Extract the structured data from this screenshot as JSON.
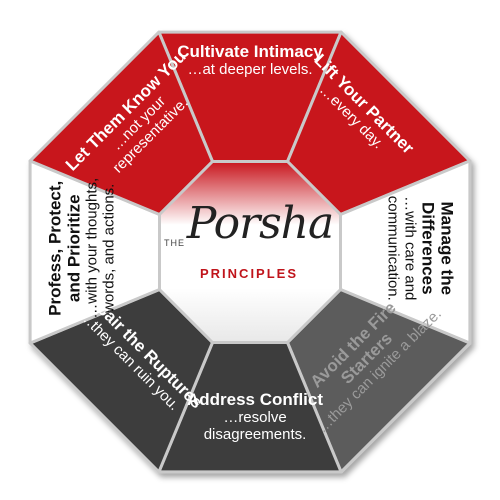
{
  "center": {
    "the": "THE",
    "name": "Porsha",
    "principles": "PRINCIPLES"
  },
  "segments": [
    {
      "title": "Cultivate Intimacy",
      "subtitle": "…at deeper levels.",
      "fill": "#c8151d"
    },
    {
      "title": "Lift Your Partner",
      "subtitle": "…every day.",
      "fill": "#c8151d"
    },
    {
      "title": "Manage the Differences",
      "subtitle": "…with care and communication.",
      "fill": "#ffffff"
    },
    {
      "title": "Avoid the Fire Starters",
      "subtitle": "…they can ignite a blaze.",
      "fill": "#5b5b5b"
    },
    {
      "title": "Address Conflict",
      "subtitle": "…resolve disagreements.",
      "fill": "#3c3c3c"
    },
    {
      "title": "Repair the Ruptures",
      "subtitle": "…they can ruin you.",
      "fill": "#3c3c3c"
    },
    {
      "title": "Profess, Protect, and Prioritize",
      "subtitle": "…with your thoughts, words, and actions.",
      "fill": "#ffffff"
    },
    {
      "title": "Let Them Know You",
      "subtitle": "…not your representative.",
      "fill": "#c8151d"
    }
  ]
}
